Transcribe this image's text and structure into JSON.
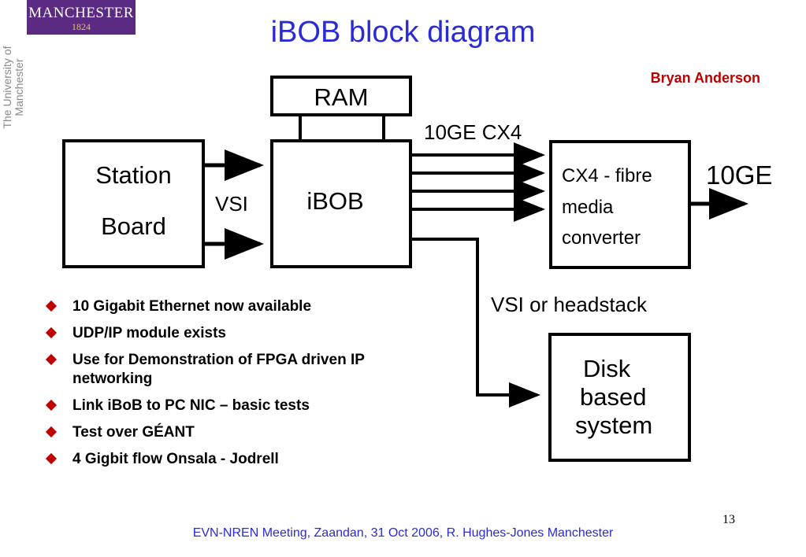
{
  "logo": {
    "name": "MANCHESTER",
    "year": "1824"
  },
  "side_text": "The University of Manchester",
  "title": "iBOB block diagram",
  "author": "Bryan Anderson",
  "diagram": {
    "ram": "RAM",
    "station_board": "Station",
    "station_board_2": "Board",
    "vsi": "VSI",
    "ibob": "iBOB",
    "link_label": "10GE CX4",
    "converter_1": "CX4 - fibre",
    "converter_2": "media",
    "converter_3": "converter",
    "output_label": "10GE",
    "vsi_headstack": "VSI or headstack",
    "disk_1": "Disk",
    "disk_2": "based",
    "disk_3": "system"
  },
  "bullets": [
    "10 Gigabit Ethernet now available",
    "UDP/IP module exists",
    "Use for Demonstration of FPGA driven IP networking",
    "Link iBoB to PC NIC – basic tests",
    "Test over GÉANT",
    "4 Gigbit flow Onsala - Jodrell"
  ],
  "page_number": "13",
  "footer": "EVN-NREN Meeting, Zaandan, 31 Oct 2006,  R. Hughes-Jones  Manchester",
  "colors": {
    "title": "#2b2bd6",
    "author": "#c00000",
    "bullet": "#c00000",
    "logo_bg": "#5b2a82"
  }
}
